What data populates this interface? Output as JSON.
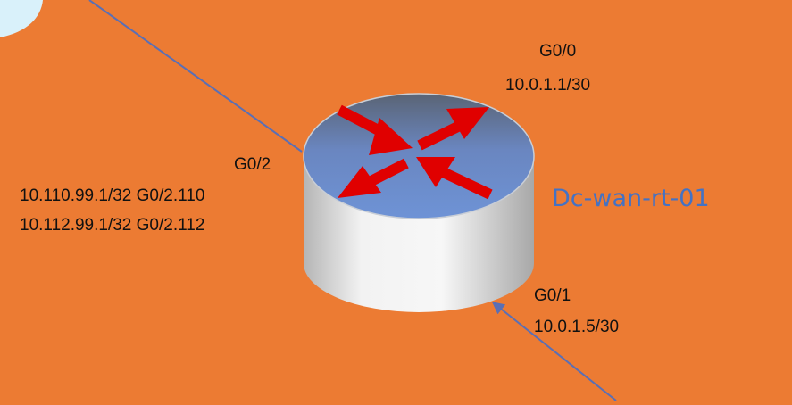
{
  "colors": {
    "background": "#EC7B33",
    "link": "#5A6FB5",
    "cloud": "#D9F1FA",
    "router_top": "#6E8FCB",
    "router_body": "#E8E8E8",
    "arrow": "#E00000",
    "hostname": "#4472C4"
  },
  "router": {
    "hostname": "Dc-wan-rt-01",
    "icon": "router-icon"
  },
  "interfaces": {
    "g00": {
      "name": "G0/0",
      "ip": "10.0.1.1/30"
    },
    "g02": {
      "name": "G0/2",
      "sub1": "10.110.99.1/32 G0/2.110",
      "sub2": "10.112.99.1/32 G0/2.112"
    },
    "g01": {
      "name": "G0/1",
      "ip": "10.0.1.5/30"
    }
  }
}
